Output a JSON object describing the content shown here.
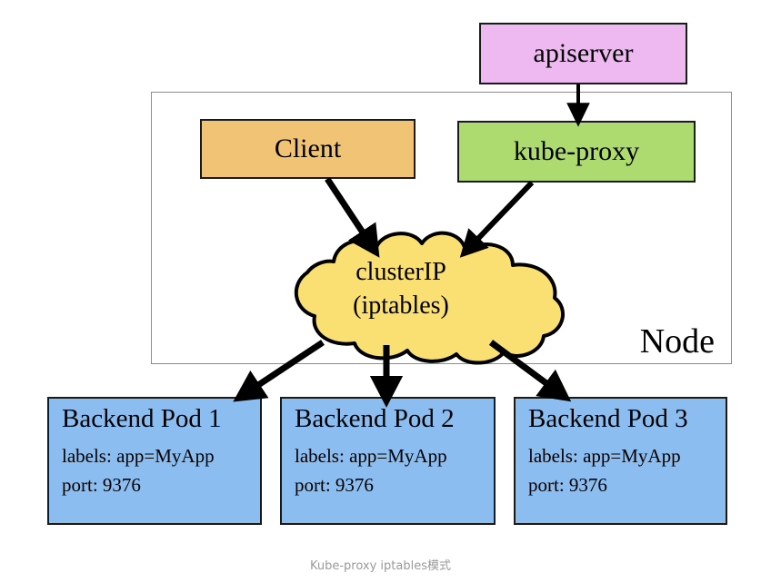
{
  "diagram": {
    "caption": "Kube-proxy iptables模式",
    "node_container": {
      "label": "Node"
    },
    "nodes": {
      "apiserver": {
        "label": "apiserver",
        "fill": "#eeb9f0"
      },
      "client": {
        "label": "Client",
        "fill": "#f0c375"
      },
      "kube_proxy": {
        "label": "kube-proxy",
        "fill": "#addb70"
      },
      "cluster_ip": {
        "line1": "clusterIP",
        "line2": "(iptables)",
        "fill": "#fae073",
        "shape": "cloud"
      }
    },
    "pods": [
      {
        "title": "Backend Pod 1",
        "labels_line": "labels: app=MyApp",
        "port_line": "port: 9376",
        "fill": "#8cbdf0"
      },
      {
        "title": "Backend Pod 2",
        "labels_line": "labels: app=MyApp",
        "port_line": "port: 9376",
        "fill": "#8cbdf0"
      },
      {
        "title": "Backend Pod 3",
        "labels_line": "labels: app=MyApp",
        "port_line": "port: 9376",
        "fill": "#8cbdf0"
      }
    ],
    "edges": [
      {
        "from": "apiserver",
        "to": "kube-proxy",
        "style": "solid-arrow"
      },
      {
        "from": "client",
        "to": "clusterIP",
        "style": "solid-arrow"
      },
      {
        "from": "kube-proxy",
        "to": "clusterIP",
        "style": "solid-arrow"
      },
      {
        "from": "clusterIP",
        "to": "Backend Pod 1",
        "style": "solid-arrow"
      },
      {
        "from": "clusterIP",
        "to": "Backend Pod 2",
        "style": "solid-arrow"
      },
      {
        "from": "clusterIP",
        "to": "Backend Pod 3",
        "style": "solid-arrow"
      }
    ]
  }
}
